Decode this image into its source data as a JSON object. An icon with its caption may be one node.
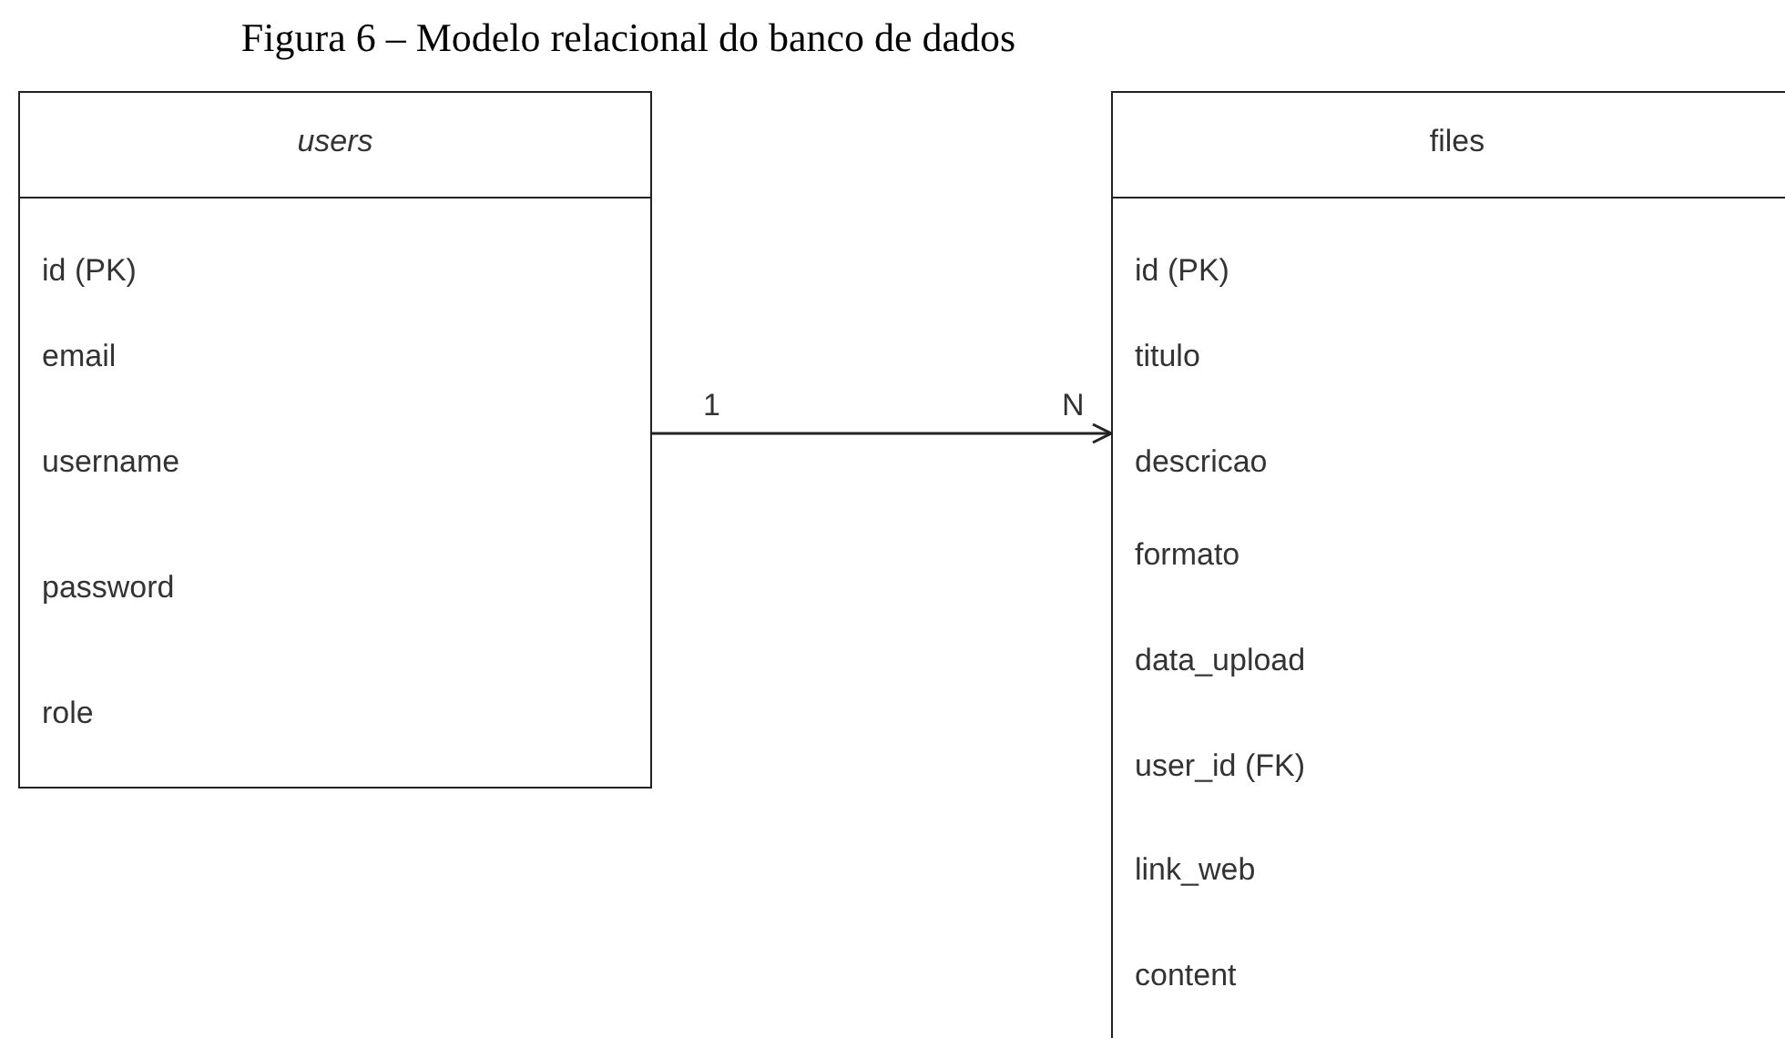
{
  "diagram": {
    "title": "Figura 6 – Modelo relacional do banco de dados",
    "nodes": [
      {
        "text": [
          "users",
          "id (PK)",
          "email",
          "username",
          "password",
          "role"
        ]
      },
      {
        "text": [
          "files",
          "id (PK)",
          "titulo",
          "descricao",
          "formato",
          "data_upload",
          "user_id (FK)",
          "link_web",
          "content"
        ]
      }
    ],
    "edges": [
      {
        "from": 0,
        "to": 1,
        "arrow": "to"
      }
    ],
    "labels": [
      "1",
      "N"
    ]
  }
}
